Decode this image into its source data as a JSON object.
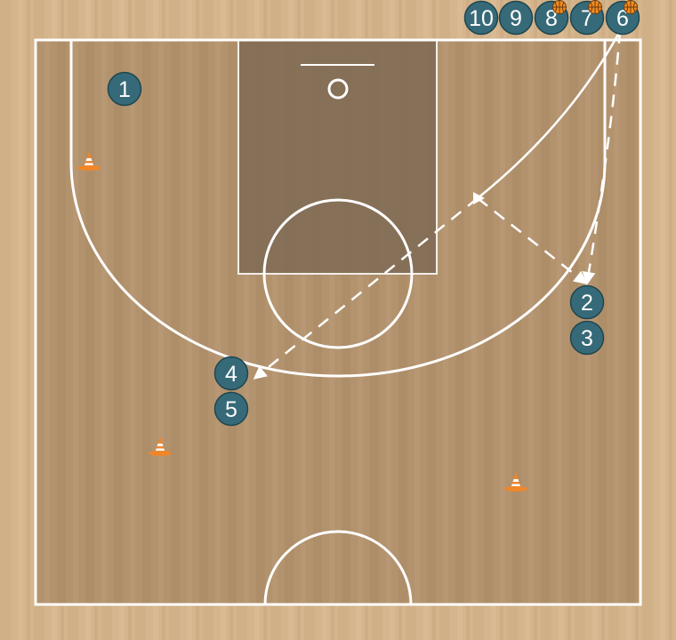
{
  "colors": {
    "wood_light": "#d4b48c",
    "wood_dark": "#c9a87f",
    "court_floor": "#b0916c",
    "paint": "#806a54",
    "lines": "#ffffff",
    "player_fill": "#376a78",
    "player_border": "#1f4650",
    "cone": "#f0862a",
    "ball": "#f08c1e"
  },
  "players": [
    {
      "label": "1",
      "has_ball": false
    },
    {
      "label": "2",
      "has_ball": false
    },
    {
      "label": "3",
      "has_ball": false
    },
    {
      "label": "4",
      "has_ball": false
    },
    {
      "label": "5",
      "has_ball": false
    },
    {
      "label": "10",
      "has_ball": false
    },
    {
      "label": "9",
      "has_ball": false
    },
    {
      "label": "8",
      "has_ball": true
    },
    {
      "label": "7",
      "has_ball": true
    },
    {
      "label": "6",
      "has_ball": true
    }
  ],
  "cones": [
    {
      "icon": "traffic-cone-icon"
    },
    {
      "icon": "traffic-cone-icon"
    },
    {
      "icon": "traffic-cone-icon"
    }
  ],
  "actions": [
    {
      "type": "cut",
      "from": "6",
      "style": "solid"
    },
    {
      "type": "dribble",
      "from": "6",
      "to": "2",
      "style": "dashed"
    },
    {
      "type": "pass",
      "from": "6",
      "to": "2",
      "style": "dashed"
    },
    {
      "type": "pass",
      "from": "6",
      "to": "4",
      "style": "dashed"
    }
  ]
}
